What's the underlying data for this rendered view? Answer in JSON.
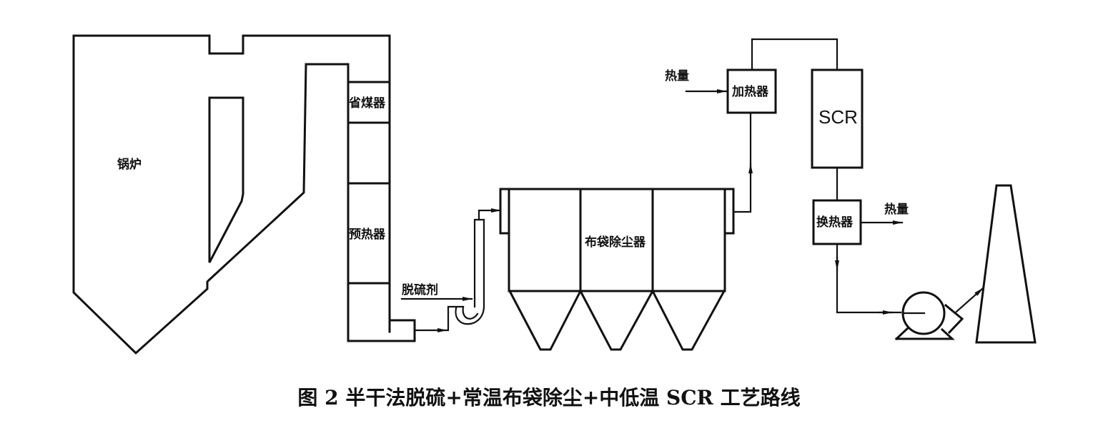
{
  "figure": {
    "caption": "图 2  半干法脱硫+常温布袋除尘+中低温 SCR 工艺路线"
  },
  "components": {
    "boiler": "锅炉",
    "economizer": "省煤器",
    "preheater": "预热器",
    "desulfurizer_agent": "脱硫剂",
    "baghouse": "布袋除尘器",
    "heat_input": "热量",
    "heater": "加热器",
    "scr": "SCR",
    "heat_exchanger": "换热器",
    "heat_output": "热量"
  },
  "icons": {
    "fan": "induced-draft-fan-icon",
    "chimney": "chimney-icon",
    "absorber": "desulfurization-tower-icon"
  },
  "colors": {
    "line": "#111111",
    "background": "#ffffff"
  }
}
